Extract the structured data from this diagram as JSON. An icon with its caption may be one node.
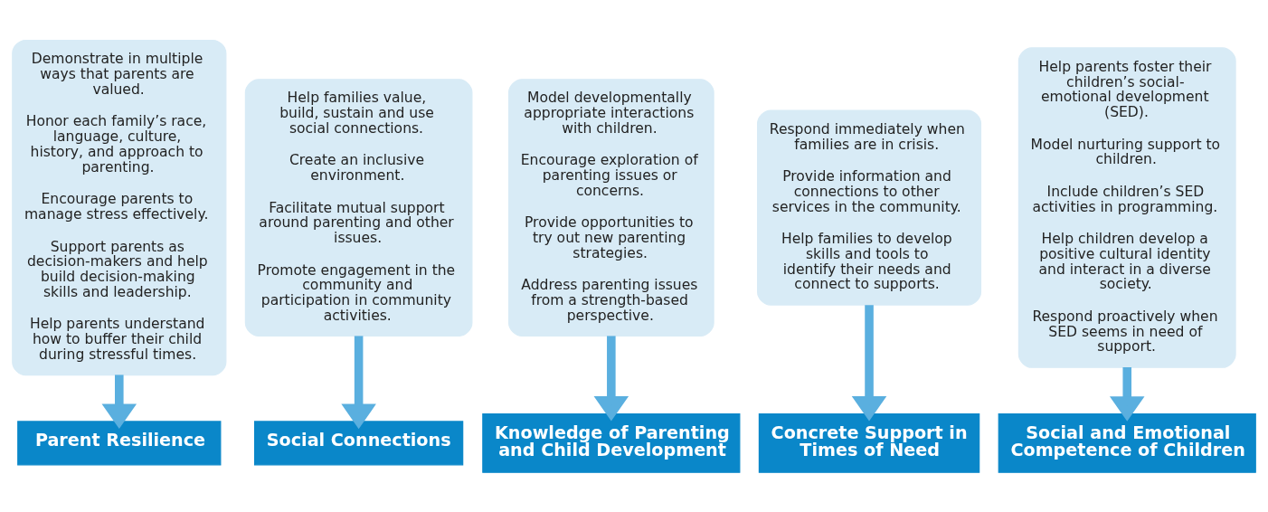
{
  "diagram": {
    "nodes": [
      {
        "text": [
          "Demonstrate in multiple ways that parents are valued.",
          "Honor each family’s race, language, culture, history, and approach to parenting.",
          "Encourage parents to manage stress effectively.",
          "Support parents as decision-makers and help build decision-making skills and leadership.",
          "Help parents understand how to buffer their child during stressful times."
        ]
      },
      {
        "text": [
          "Help families value, build, sustain and use social connections.",
          "Create an inclusive environment.",
          "Facilitate mutual support around parenting and other issues.",
          "Promote engagement in the community and participation in community activities."
        ]
      },
      {
        "text": [
          "Model developmentally appropriate interactions with children.",
          "Encourage exploration of parenting issues or concerns.",
          "Provide opportunities to try out new parenting strategies.",
          "Address parenting issues from a strength-based perspective."
        ]
      },
      {
        "text": [
          "Respond immediately when families are in crisis.",
          "Provide information and connections to other services in the community.",
          "Help families to develop skills and tools to identify their needs and connect to supports."
        ]
      },
      {
        "text": [
          "Help parents foster their children’s social-emotional development (SED).",
          "Model nurturing support to children.",
          "Include children’s SED activities in programming.",
          "Help children develop a positive cultural identity and interact in a diverse society.",
          "Respond proactively when SED seems in need of support."
        ]
      },
      {
        "text": [
          "Parent Resilience"
        ]
      },
      {
        "text": [
          "Social Connections"
        ]
      },
      {
        "text": [
          "Knowledge of Parenting and Child Development"
        ]
      },
      {
        "text": [
          "Concrete Support in Times of Need"
        ]
      },
      {
        "text": [
          "Social and Emotional Competence of Children"
        ]
      }
    ],
    "edges": [
      {
        "from": 0,
        "to": 5,
        "arrow": "to"
      },
      {
        "from": 1,
        "to": 6,
        "arrow": "to"
      },
      {
        "from": 2,
        "to": 7,
        "arrow": "to"
      },
      {
        "from": 3,
        "to": 8,
        "arrow": "to"
      },
      {
        "from": 4,
        "to": 9,
        "arrow": "to"
      }
    ]
  }
}
